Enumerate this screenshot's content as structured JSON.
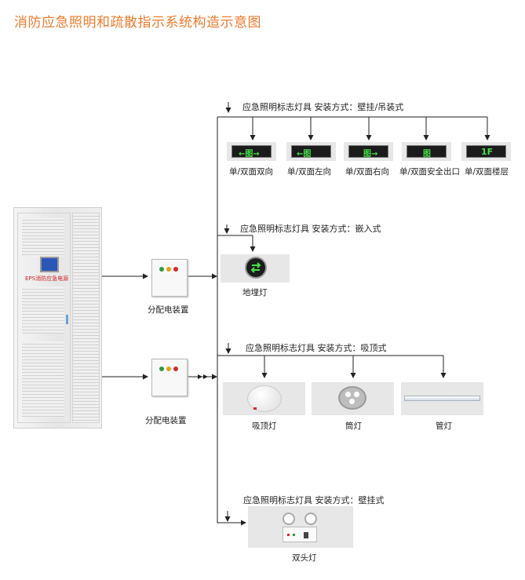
{
  "title": "消防应急照明和疏散指示系统构造示意图",
  "cabinet": {
    "label": "EPS消防应急电源"
  },
  "distribution_boxes": [
    {
      "label": "分配电装置"
    },
    {
      "label": "分配电装置"
    }
  ],
  "branches": [
    {
      "heading": "应急照明标志灯具  安装方式：壁挂/吊装式",
      "fixtures": [
        {
          "caption": "单/双面双向",
          "sign_text": "←图→"
        },
        {
          "caption": "单/双面左向",
          "sign_text": "←图"
        },
        {
          "caption": "单/双面右向",
          "sign_text": "图→"
        },
        {
          "caption": "单/双面安全出口",
          "sign_text": "图"
        },
        {
          "caption": "单/双面楼层",
          "sign_text": "1F"
        }
      ]
    },
    {
      "heading": "应急照明标志灯具  安装方式：嵌入式",
      "fixtures": [
        {
          "caption": "地埋灯"
        }
      ]
    },
    {
      "heading": "应急照明标志灯具  安装方式：吸顶式",
      "fixtures": [
        {
          "caption": "吸顶灯"
        },
        {
          "caption": "筒灯"
        },
        {
          "caption": "管灯"
        }
      ]
    },
    {
      "heading": "应急照明标志灯具  安装方式：壁挂式",
      "fixtures": [
        {
          "caption": "双头灯"
        }
      ]
    }
  ],
  "colors": {
    "title": "#ee7a2e",
    "sign_text": "#47e04a"
  }
}
